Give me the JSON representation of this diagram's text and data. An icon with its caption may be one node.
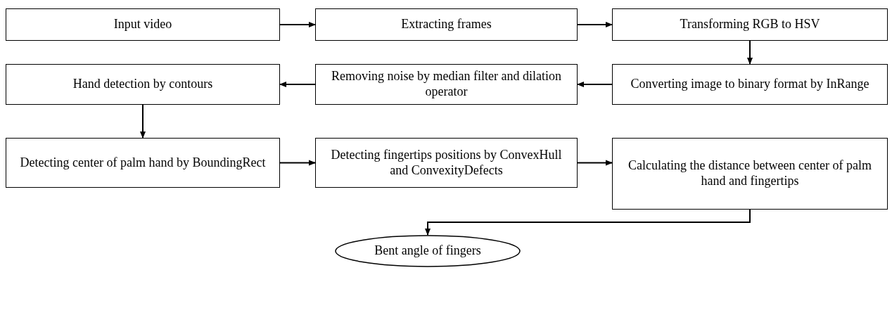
{
  "diagram": {
    "nodes": [
      {
        "text": [
          "Input video"
        ]
      },
      {
        "text": [
          "Extracting frames"
        ]
      },
      {
        "text": [
          "Transforming RGB to HSV"
        ]
      },
      {
        "text": [
          "Converting image to binary format by InRange"
        ]
      },
      {
        "text": [
          "Removing noise by median filter and dilation operator"
        ]
      },
      {
        "text": [
          "Hand detection by contours"
        ]
      },
      {
        "text": [
          "Detecting center of palm hand by BoundingRect"
        ]
      },
      {
        "text": [
          "Detecting fingertips positions by ConvexHull and ConvexityDefects"
        ]
      },
      {
        "text": [
          "Calculating the distance between center of palm hand and fingertips"
        ]
      },
      {
        "text": [
          "Bent angle of fingers"
        ]
      }
    ],
    "edges": [
      {
        "from": 0,
        "to": 1,
        "arrow": "to"
      },
      {
        "from": 1,
        "to": 2,
        "arrow": "to"
      },
      {
        "from": 2,
        "to": 3,
        "arrow": "to"
      },
      {
        "from": 3,
        "to": 4,
        "arrow": "to"
      },
      {
        "from": 4,
        "to": 5,
        "arrow": "to"
      },
      {
        "from": 5,
        "to": 6,
        "arrow": "to"
      },
      {
        "from": 6,
        "to": 7,
        "arrow": "to"
      },
      {
        "from": 7,
        "to": 8,
        "arrow": "to"
      },
      {
        "from": 8,
        "to": 9,
        "arrow": "to"
      }
    ]
  }
}
